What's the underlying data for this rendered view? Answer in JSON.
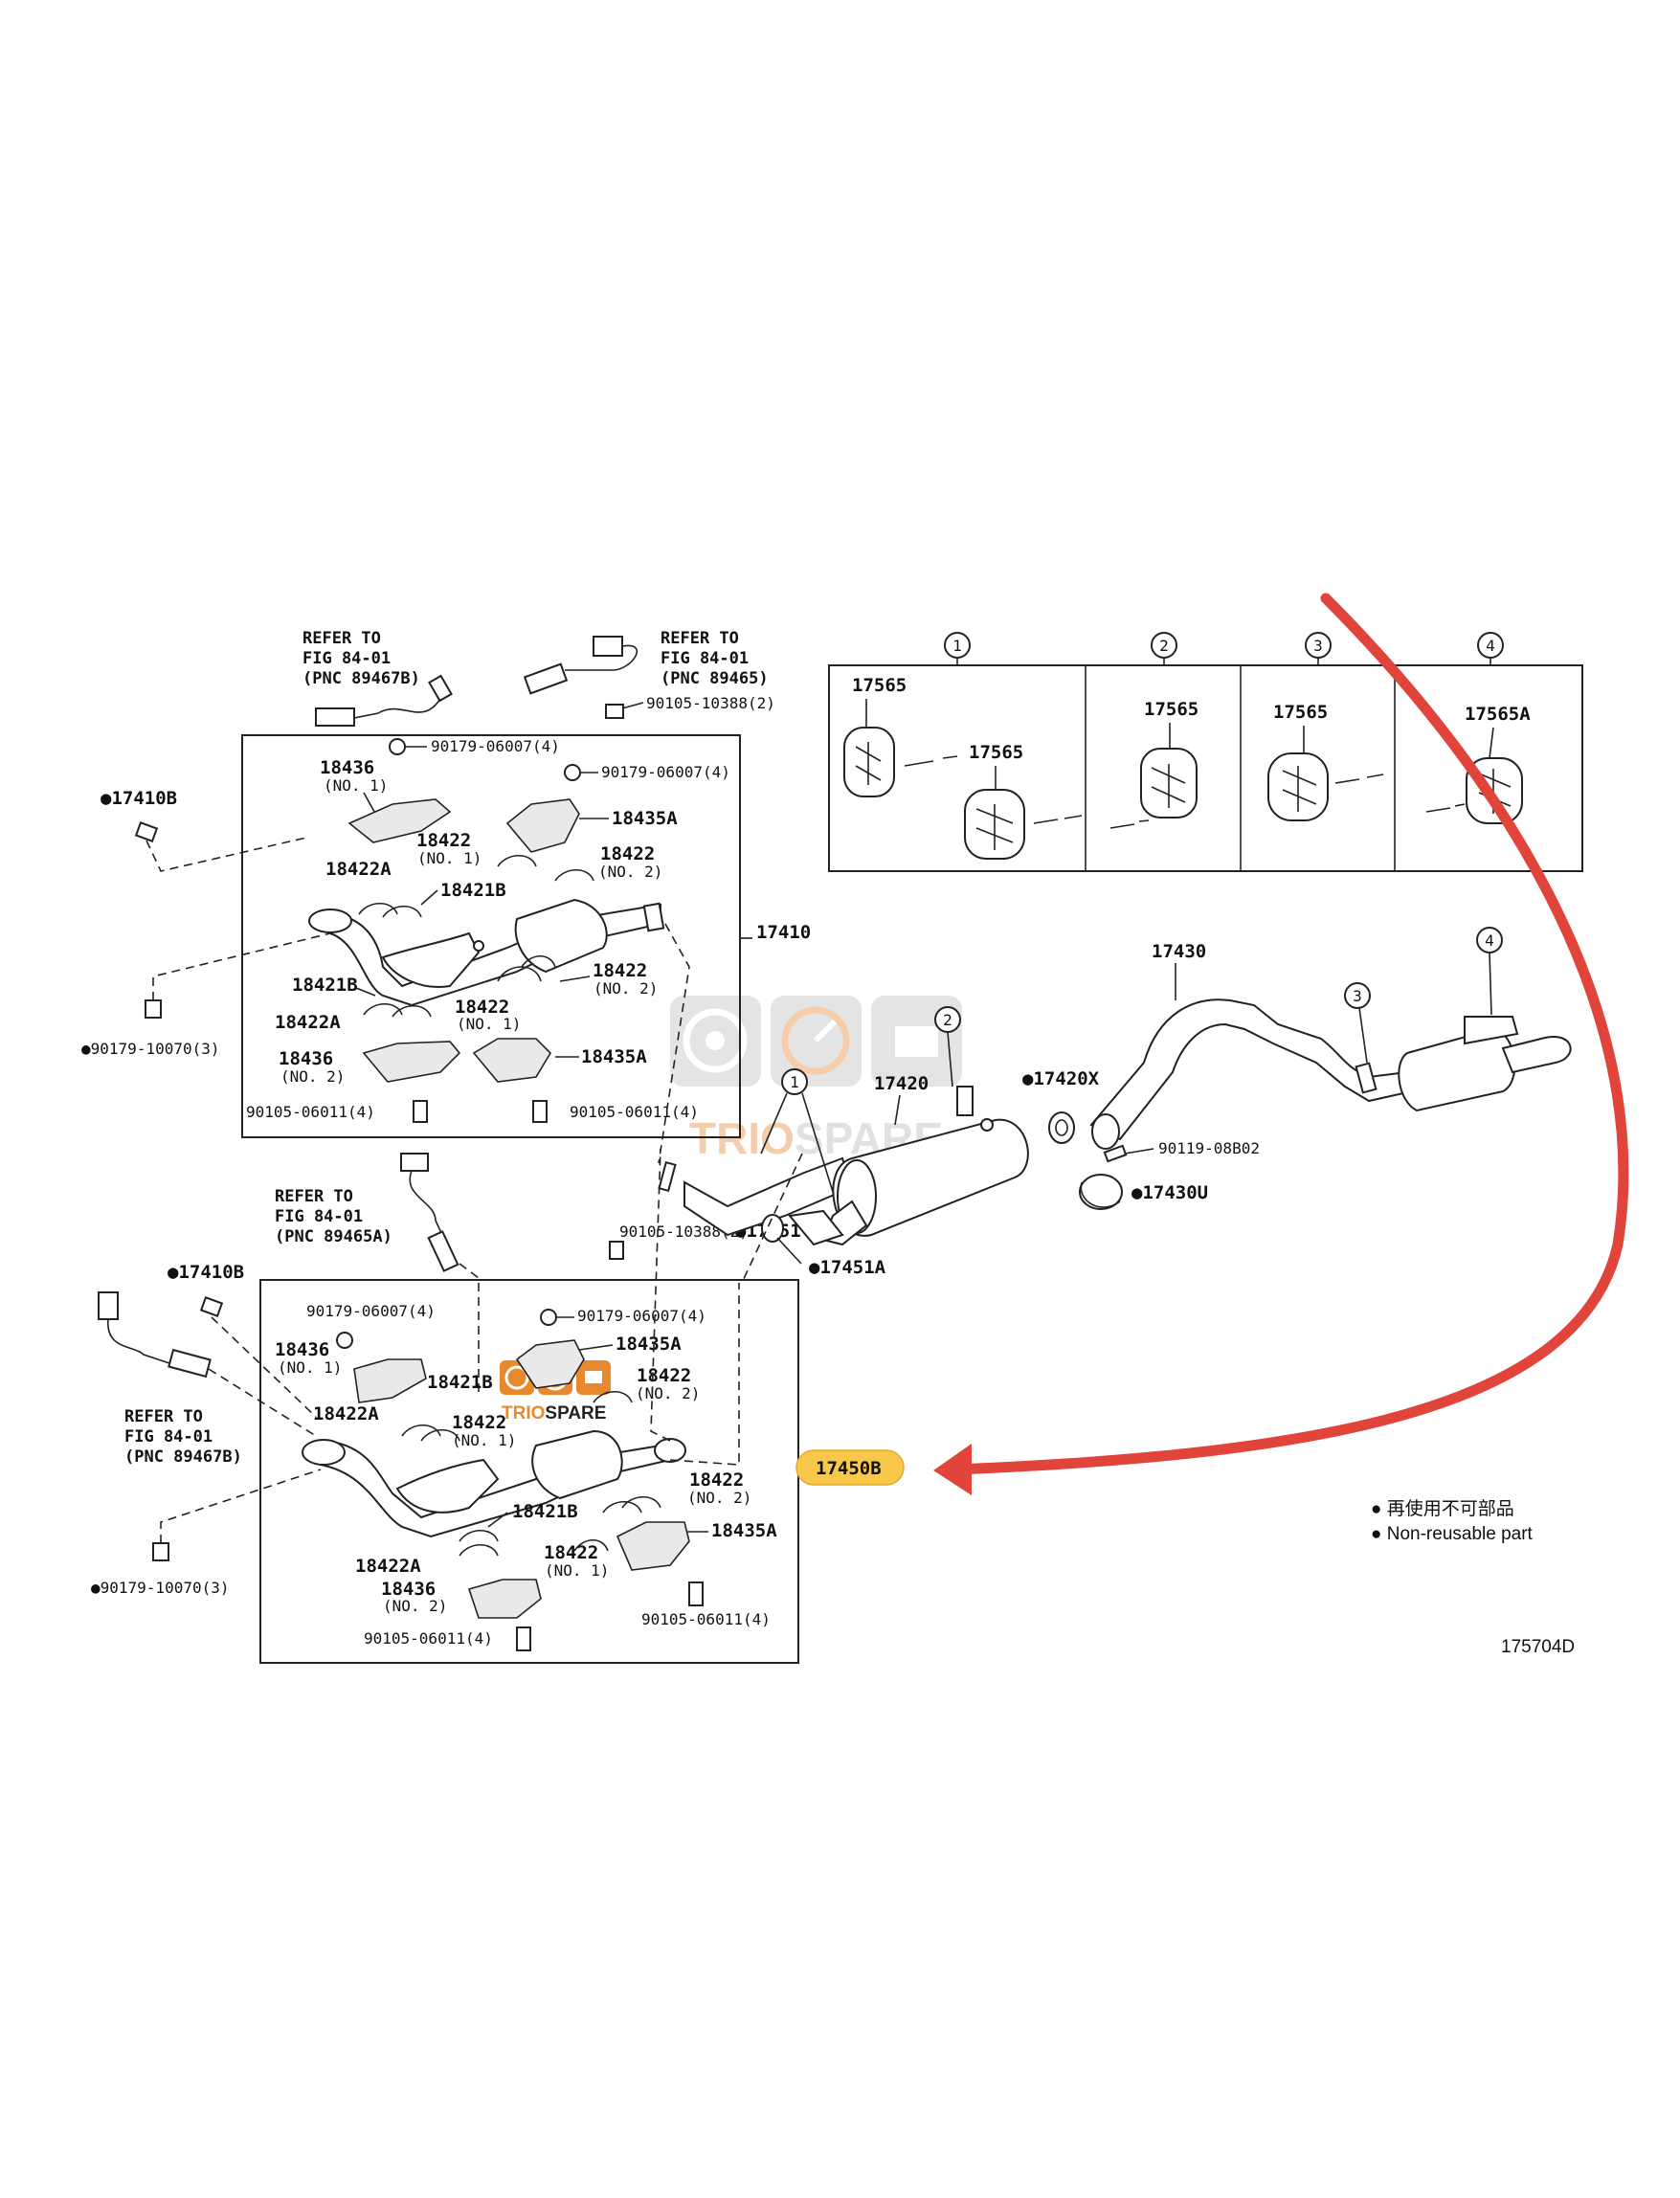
{
  "diagram": {
    "id_code": "175704D",
    "colors": {
      "arrow": "#e0443a",
      "highlight": "#f7c84a",
      "line": "#222222",
      "watermark": "#c9c9c9",
      "watermark_accent": "#e8892e"
    },
    "watermark": {
      "brand_part1": "TRIO",
      "brand_part2": "SPARE"
    },
    "legend": {
      "line1": "● 再使用不可部品",
      "line2": "● Non-reusable part"
    },
    "hangers": {
      "circle_1": "1",
      "circle_2": "2",
      "circle_3": "3",
      "circle_4": "4",
      "p1a": "17565",
      "p1b": "17565",
      "p2": "17565",
      "p3": "17565",
      "p4": "17565A"
    },
    "upper": {
      "ref_left": [
        "REFER TO",
        "FIG 84-01",
        "(PNC 89467B)"
      ],
      "ref_right": [
        "REFER TO",
        "FIG 84-01",
        "(PNC 89465)"
      ],
      "bolt_top": "90105-10388(2)",
      "nut_a": "90179-06007(4)",
      "nut_b": "90179-06007(4)",
      "p17410B": "●17410B",
      "p18436_1": "18436",
      "p18436_1_sub": "(NO. 1)",
      "p18435A_top": "18435A",
      "p18422_no1": "18422",
      "p18422_no1_sub": "(NO. 1)",
      "p18422_no2": "18422",
      "p18422_no2_sub": "(NO. 2)",
      "p18422A_top": "18422A",
      "p18421B_top": "18421B",
      "p17410": "17410",
      "p18421B_bot": "18421B",
      "p18422_no2b": "18422",
      "p18422_no2b_sub": "(NO. 2)",
      "p18422A_bot": "18422A",
      "p18422_no1b": "18422",
      "p18422_no1b_sub": "(NO. 1)",
      "p18436_2": "18436",
      "p18436_2_sub": "(NO. 2)",
      "p18435A_bot": "18435A",
      "nut_left": "●90179-10070(3)",
      "bolt_a": "90105-06011(4)",
      "bolt_b": "90105-06011(4)"
    },
    "middle": {
      "p17420": "17420",
      "p17420X": "●17420X",
      "p17430": "17430",
      "bolt_08B02": "90119-08B02",
      "p17430U": "●17430U",
      "bolt_10388": "90105-10388(2)",
      "p17451": "●17451",
      "p17451A": "●17451A",
      "c1": "1",
      "c2": "2",
      "c3": "3",
      "c4": "4"
    },
    "lower": {
      "ref_mid": [
        "REFER TO",
        "FIG 84-01",
        "(PNC 89465A)"
      ],
      "ref_left": [
        "REFER TO",
        "FIG 84-01",
        "(PNC 89467B)"
      ],
      "p17410B": "●17410B",
      "nut_a": "90179-06007(4)",
      "nut_b": "90179-06007(4)",
      "p18436_1": "18436",
      "p18436_1_sub": "(NO. 1)",
      "p18435A_top": "18435A",
      "p18421B_top": "18421B",
      "p18422_no2": "18422",
      "p18422_no2_sub": "(NO. 2)",
      "p18422A_top": "18422A",
      "p18422_no1": "18422",
      "p18422_no1_sub": "(NO. 1)",
      "p17450B": "17450B",
      "p18422_no2b": "18422",
      "p18422_no2b_sub": "(NO. 2)",
      "p18421B_bot": "18421B",
      "p18435A_bot": "18435A",
      "p18422A_bot": "18422A",
      "p18422_no1b": "18422",
      "p18422_no1b_sub": "(NO. 1)",
      "p18436_2": "18436",
      "p18436_2_sub": "(NO. 2)",
      "nut_left": "●90179-10070(3)",
      "bolt_a": "90105-06011(4)",
      "bolt_b": "90105-06011(4)"
    }
  }
}
